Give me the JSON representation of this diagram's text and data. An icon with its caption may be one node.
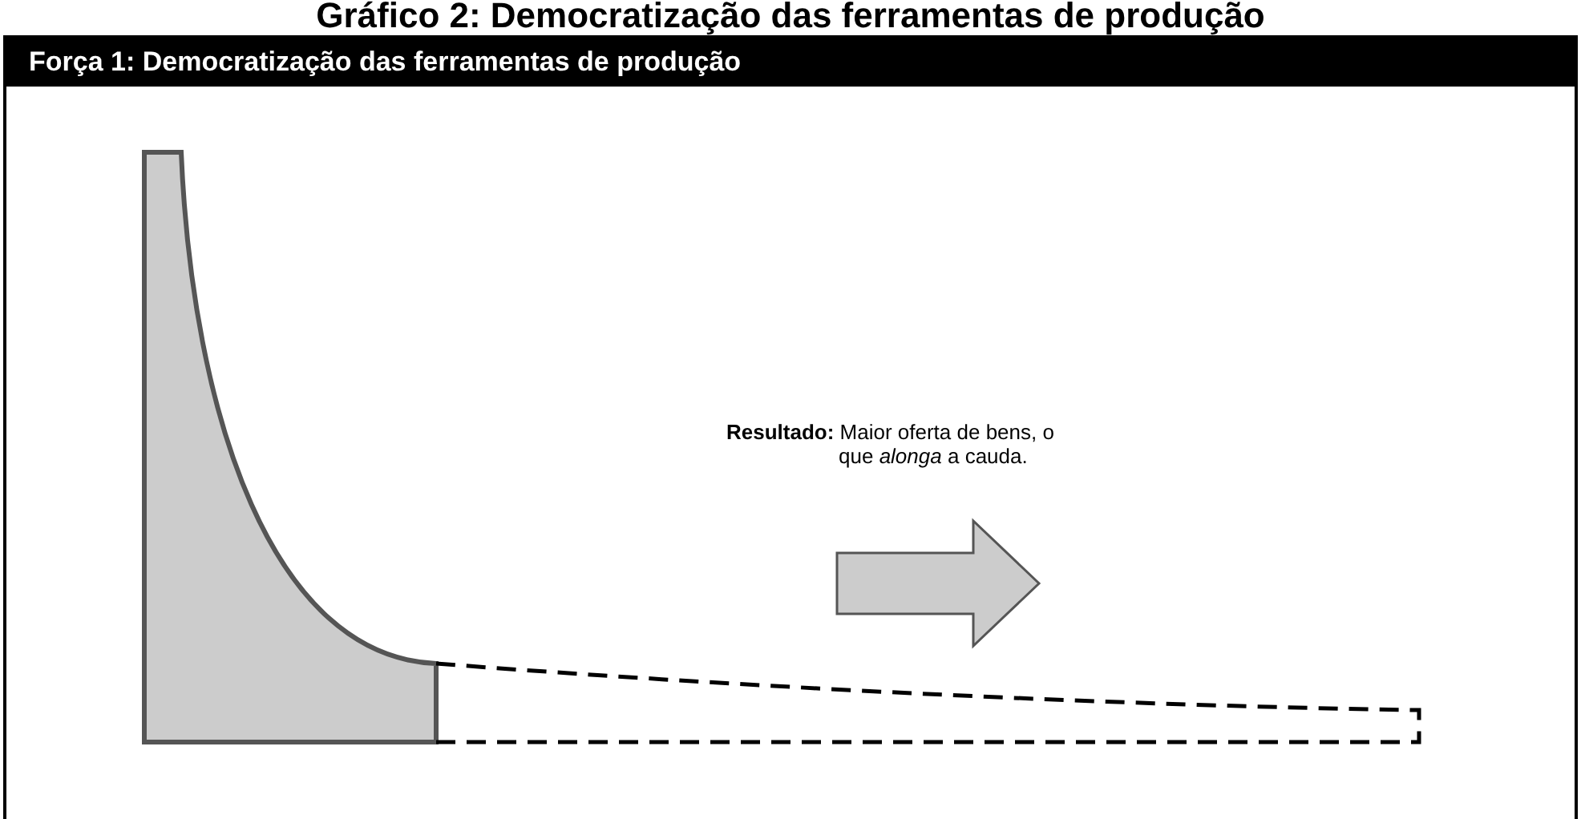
{
  "diagram": {
    "title": "Gráfico 2: Democratização das ferramentas de produção",
    "nodes": [
      {
        "text": [
          "Força 1: Democratização das ferramentas de produção"
        ]
      }
    ],
    "labels": [
      "**Resultado:** Maior oferta de bens, o que *alonga* a cauda."
    ]
  }
}
